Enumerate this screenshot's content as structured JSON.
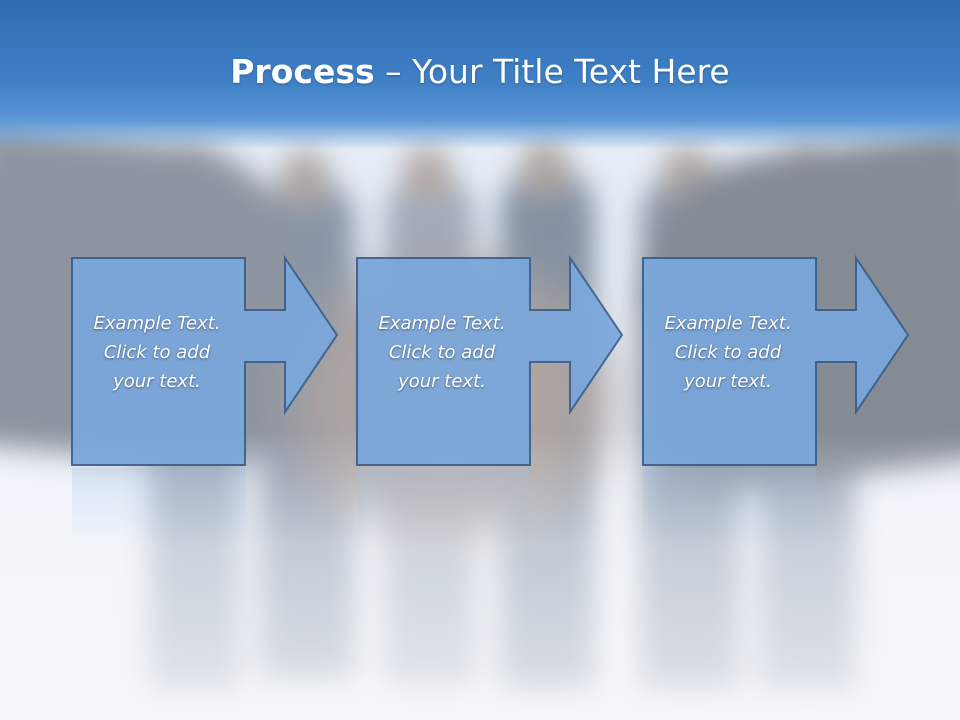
{
  "slide": {
    "title_bold": "Process",
    "title_rest": " – Your Title Text Here"
  },
  "colors": {
    "title_band": "#3f80c6",
    "box_fill": "#7aa7dc",
    "box_stroke": "#3a5f8c",
    "text": "#ffffff"
  },
  "steps": [
    {
      "line1": "Example Text.",
      "line2": "Click  to add",
      "line3": "your text.",
      "arrow": "right-arrow-icon"
    },
    {
      "line1": "Example Text.",
      "line2": "Click  to add",
      "line3": "your text.",
      "arrow": "right-arrow-icon"
    },
    {
      "line1": "Example Text.",
      "line2": "Click  to add",
      "line3": "your text.",
      "arrow": "right-arrow-icon"
    }
  ]
}
